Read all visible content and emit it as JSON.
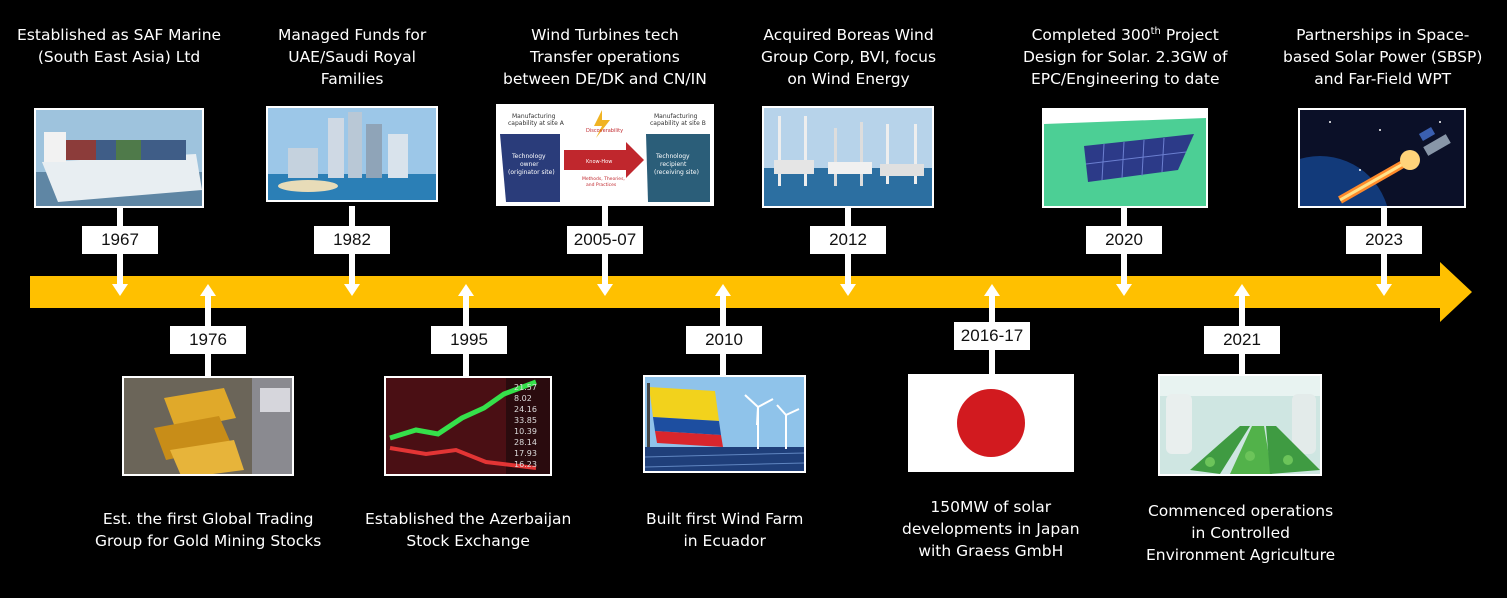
{
  "events": [
    {
      "year": "1967",
      "caption_lines": [
        "Established as SAF Marine",
        "(South East Asia) Ltd"
      ],
      "image_icon": "container-ship-icon"
    },
    {
      "year": "1976",
      "caption_lines": [
        "Est. the first Global Trading",
        "Group for Gold Mining Stocks"
      ],
      "image_icon": "gold-bars-icon"
    },
    {
      "year": "1982",
      "caption_lines": [
        "Managed Funds for",
        "UAE/Saudi Royal",
        "Families"
      ],
      "image_icon": "city-skyline-icon"
    },
    {
      "year": "1995",
      "caption_lines": [
        "Established the Azerbaijan",
        "Stock Exchange"
      ],
      "image_icon": "stock-chart-icon"
    },
    {
      "year": "2005-07",
      "caption_lines": [
        "Wind Turbines tech",
        "Transfer operations",
        "between DE/DK and CN/IN"
      ],
      "image_icon": "technology-transfer-diagram-icon"
    },
    {
      "year": "2010",
      "caption_lines": [
        "Built first Wind Farm",
        "in Ecuador"
      ],
      "image_icon": "ecuador-wind-farm-icon"
    },
    {
      "year": "2012",
      "caption_lines": [
        "Acquired Boreas Wind",
        "Group Corp, BVI, focus",
        "on Wind Energy"
      ],
      "image_icon": "offshore-jackup-vessels-icon"
    },
    {
      "year": "2016-17",
      "caption_lines": [
        "150MW of solar",
        "developments in Japan",
        "with Graess GmbH"
      ],
      "image_icon": "japan-flag-icon"
    },
    {
      "year": "2020",
      "caption_lines": [
        "Completed 300th Project",
        "Design for Solar. 2.3GW of",
        "EPC/Engineering to date"
      ],
      "image_icon": "solar-array-render-icon"
    },
    {
      "year": "2021",
      "caption_lines": [
        "Commenced operations",
        "in Controlled",
        "Environment Agriculture"
      ],
      "image_icon": "indoor-farm-icon"
    },
    {
      "year": "2023",
      "caption_lines": [
        "Partnerships in Space-",
        "based Solar Power (SBSP)",
        "and Far-Field WPT"
      ],
      "image_icon": "space-satellite-icon"
    }
  ],
  "diagram_texts": {
    "manufacturing_a": [
      "Manufacturing",
      "capability at site A"
    ],
    "manufacturing_b": [
      "Manufacturing",
      "capability at site B"
    ],
    "owner": [
      "Technology",
      "owner",
      "(originator site)"
    ],
    "recipient": [
      "Technology",
      "recipient",
      "(receiving site)"
    ],
    "discoverability": "Discoverability",
    "knowhow": "Know-How",
    "methods": [
      "Methods, Theories,",
      "and Practices"
    ]
  },
  "stock_numbers": [
    "21.57",
    "8.02",
    "24.16",
    "33.85",
    "10.39",
    "28.14",
    "17.93",
    "16.23"
  ],
  "colors": {
    "background": "#000000",
    "timeline_arrow": "#FFC000",
    "connector_arrow": "#FFFFFF",
    "year_box": "#FFFFFF",
    "text": "#FFFFFF",
    "japan_disc": "#D21A1F"
  }
}
